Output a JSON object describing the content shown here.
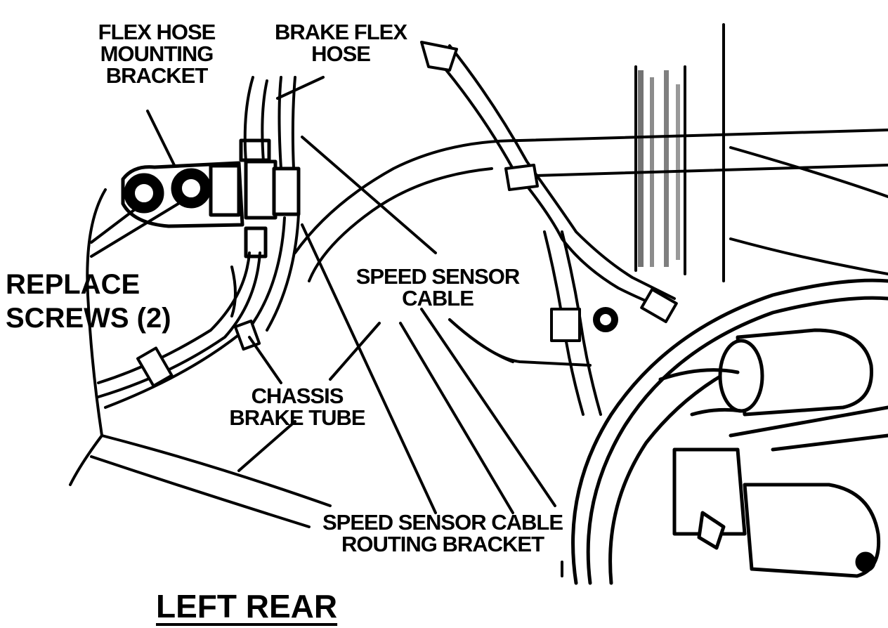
{
  "labels": {
    "flex_hose_mounting_bracket": [
      "FLEX HOSE",
      "MOUNTING",
      "BRACKET"
    ],
    "brake_flex_hose": [
      "BRAKE FLEX",
      "HOSE"
    ],
    "replace_screws": [
      "REPLACE",
      "SCREWS (2)"
    ],
    "speed_sensor_cable": [
      "SPEED SENSOR",
      "CABLE"
    ],
    "chassis_brake_tube": [
      "CHASSIS",
      "BRAKE TUBE"
    ],
    "speed_sensor_cable_routing_bracket": [
      "SPEED SENSOR CABLE",
      "ROUTING BRACKET"
    ],
    "title": "LEFT REAR"
  }
}
